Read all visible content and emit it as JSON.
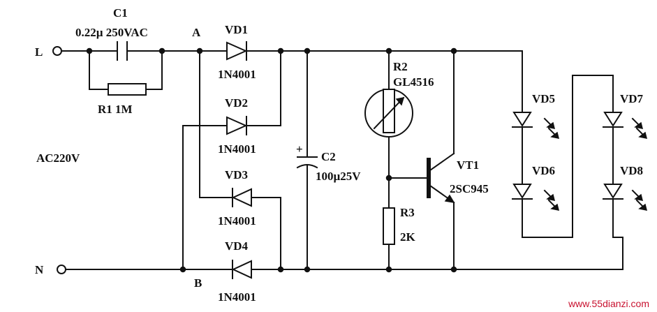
{
  "terminals": {
    "L": "L",
    "N": "N",
    "supply": "AC220V"
  },
  "nodes": {
    "A": "A",
    "B": "B"
  },
  "C1": {
    "ref": "C1",
    "value": "0.22µ 250VAC"
  },
  "R1": {
    "label": "R1  1M"
  },
  "VD1": {
    "ref": "VD1",
    "part": "1N4001"
  },
  "VD2": {
    "ref": "VD2",
    "part": "1N4001"
  },
  "VD3": {
    "ref": "VD3",
    "part": "1N4001"
  },
  "VD4": {
    "ref": "VD4",
    "part": "1N4001"
  },
  "C2": {
    "ref": "C2",
    "value": "100µ25V",
    "polarity": "+"
  },
  "R2": {
    "ref": "R2",
    "part": "GL4516"
  },
  "R3": {
    "ref": "R3",
    "value": "2K"
  },
  "VT1": {
    "ref": "VT1",
    "part": "2SC945"
  },
  "leds": {
    "VD5": "VD5",
    "VD6": "VD6",
    "VD7": "VD7",
    "VD8": "VD8"
  },
  "watermark": {
    "text": "www.55dianzi.com",
    "color": "#c8102e"
  }
}
